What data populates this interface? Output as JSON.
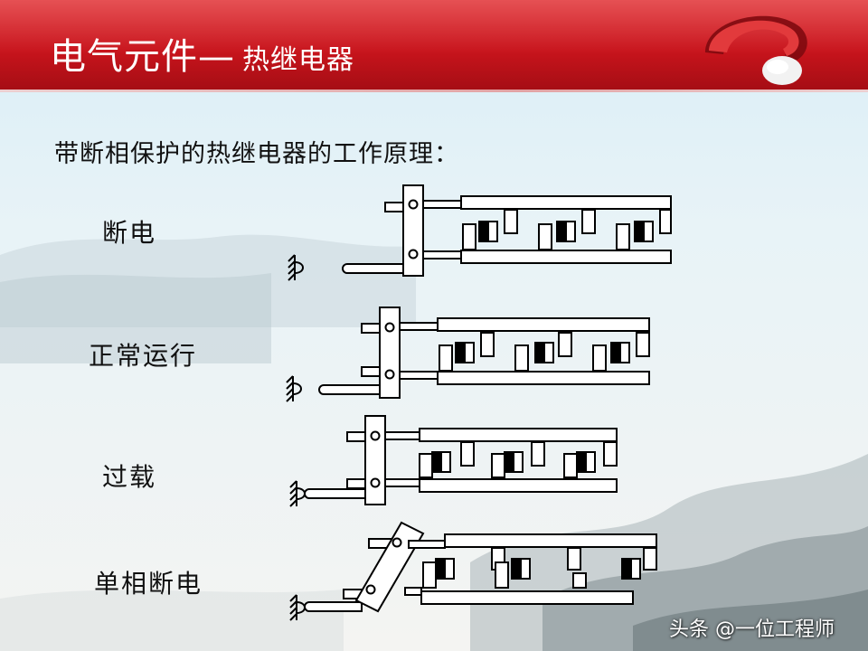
{
  "slide": {
    "title_main": "电气元件—",
    "title_sub": "热继电器",
    "subheading": "带断相保护的热继电器的工作原理：",
    "states": [
      {
        "label": "断电"
      },
      {
        "label": "正常运行"
      },
      {
        "label": "过载"
      },
      {
        "label": "单相断电"
      }
    ],
    "watermark": "头条 @一位工程师"
  },
  "colors": {
    "header_red": "#c8141c",
    "diagram_stroke": "#000000"
  }
}
